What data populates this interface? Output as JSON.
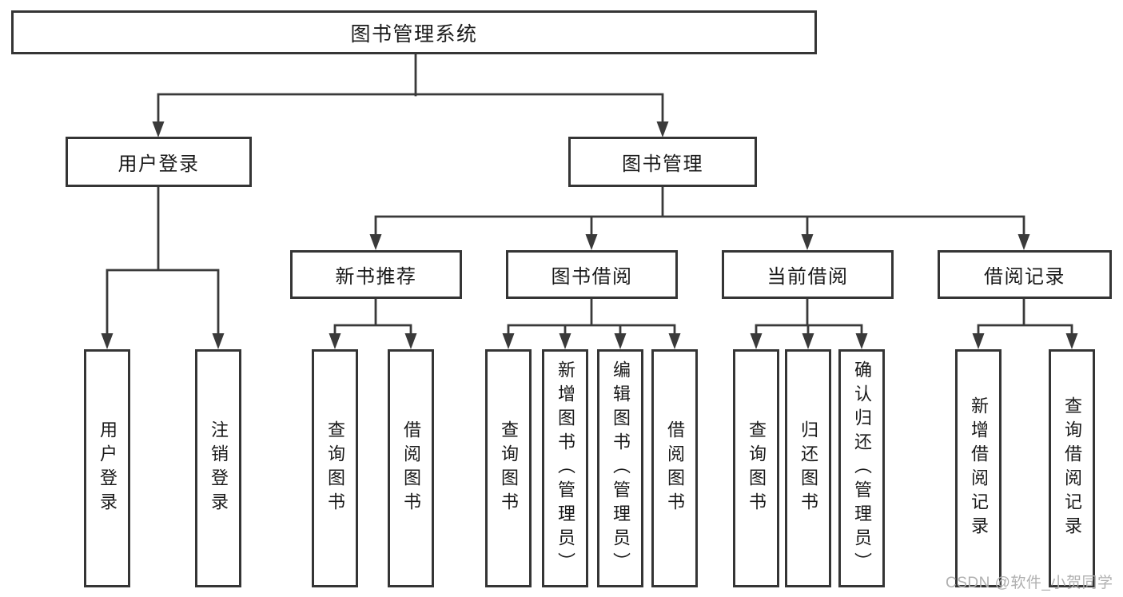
{
  "diagram": {
    "root": {
      "label": "图书管理系统"
    },
    "branches": [
      {
        "label": "用户登录",
        "leaves": [
          {
            "label": "用户登录"
          },
          {
            "label": "注销登录"
          }
        ]
      },
      {
        "label": "图书管理",
        "groups": [
          {
            "label": "新书推荐",
            "leaves": [
              {
                "label": "查询图书"
              },
              {
                "label": "借阅图书"
              }
            ]
          },
          {
            "label": "图书借阅",
            "leaves": [
              {
                "label": "查询图书"
              },
              {
                "label": "新增图书（管理员）"
              },
              {
                "label": "编辑图书（管理员）"
              },
              {
                "label": "借阅图书"
              }
            ]
          },
          {
            "label": "当前借阅",
            "leaves": [
              {
                "label": "查询图书"
              },
              {
                "label": "归还图书"
              },
              {
                "label": "确认归还（管理员）"
              }
            ]
          },
          {
            "label": "借阅记录",
            "leaves": [
              {
                "label": "新增借阅记录"
              },
              {
                "label": "查询借阅记录"
              }
            ]
          }
        ]
      }
    ]
  },
  "watermark": {
    "text": "CSDN @软件_小贺同学"
  },
  "colors": {
    "line": "#3a3a3a",
    "border": "#353535",
    "text": "#1a1a1a",
    "watermark": "#b0b0b0",
    "background": "#ffffff"
  }
}
